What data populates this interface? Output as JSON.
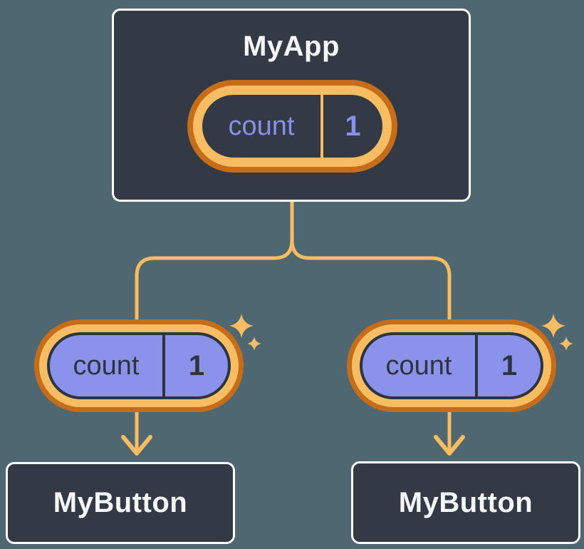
{
  "colors": {
    "background": "#4e6770",
    "node_fill": "#333a45",
    "node_border": "#ffffff",
    "node_text": "#f6f7f9",
    "accent_light": "#f8bd62",
    "accent_dark": "#c76d1a",
    "state_pill_fill": "#8a92ec",
    "state_text_dark": "#2d3440",
    "state_text_light": "#8790ea"
  },
  "root": {
    "title": "MyApp",
    "state": {
      "label": "count",
      "value": "1"
    }
  },
  "children": [
    {
      "title": "MyButton",
      "prop": {
        "label": "count",
        "value": "1"
      }
    },
    {
      "title": "MyButton",
      "prop": {
        "label": "count",
        "value": "1"
      }
    }
  ]
}
